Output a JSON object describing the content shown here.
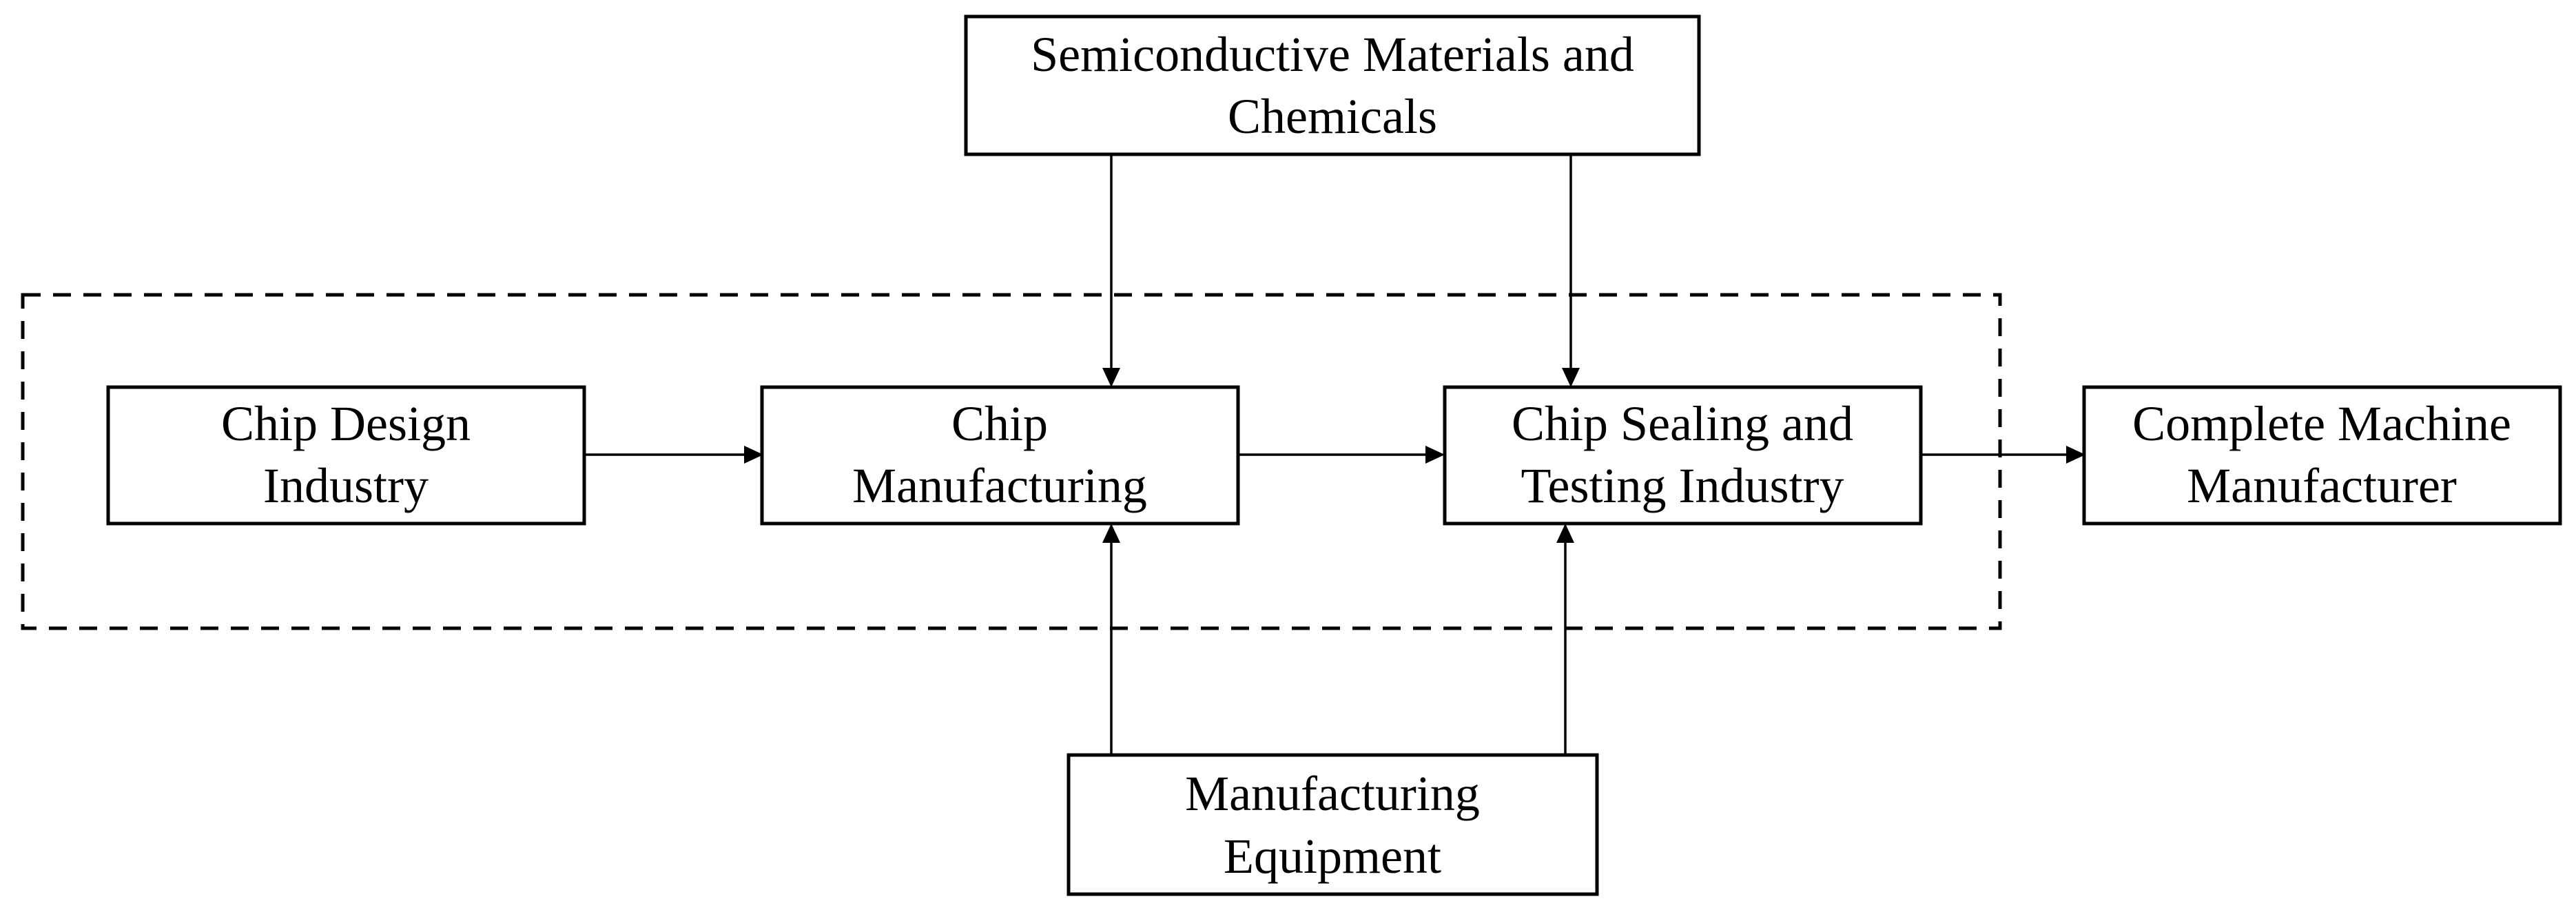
{
  "nodes": {
    "materials": {
      "line1": "Semiconductive Materials and",
      "line2": "Chemicals"
    },
    "design": {
      "line1": "Chip Design",
      "line2": "Industry"
    },
    "manufacturing": {
      "line1": "Chip",
      "line2": "Manufacturing"
    },
    "sealing": {
      "line1": "Chip Sealing and",
      "line2": "Testing Industry"
    },
    "machine": {
      "line1": "Complete Machine",
      "line2": "Manufacturer"
    },
    "equipment": {
      "line1": "Manufacturing",
      "line2": "Equipment"
    }
  },
  "edges": [
    {
      "from": "design",
      "to": "manufacturing"
    },
    {
      "from": "manufacturing",
      "to": "sealing"
    },
    {
      "from": "sealing",
      "to": "machine"
    },
    {
      "from": "materials",
      "to": "manufacturing"
    },
    {
      "from": "materials",
      "to": "sealing"
    },
    {
      "from": "equipment",
      "to": "manufacturing"
    },
    {
      "from": "equipment",
      "to": "sealing"
    }
  ],
  "group": {
    "style": "dashed",
    "members": [
      "design",
      "manufacturing",
      "sealing"
    ]
  }
}
